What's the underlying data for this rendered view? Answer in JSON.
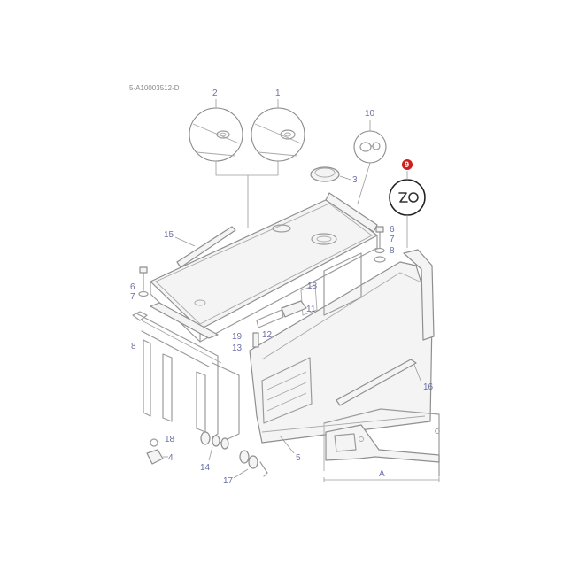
{
  "drawing": {
    "reference_code": "5-A10003512-D"
  },
  "labels": {
    "l1": "1",
    "l2": "2",
    "l3": "3",
    "l4": "4",
    "l5": "5",
    "l6a": "6",
    "l6b": "6",
    "l7a": "7",
    "l7b": "7",
    "l8a": "8",
    "l8b": "8",
    "l9": "9",
    "l10": "10",
    "l11": "11",
    "l12": "12",
    "l13": "13",
    "l14": "14",
    "l15": "15",
    "l16": "16",
    "l17": "17",
    "l18a": "18",
    "l18b": "18",
    "l19": "19",
    "dim_a": "A"
  },
  "highlight_color": "#cc1f1f"
}
